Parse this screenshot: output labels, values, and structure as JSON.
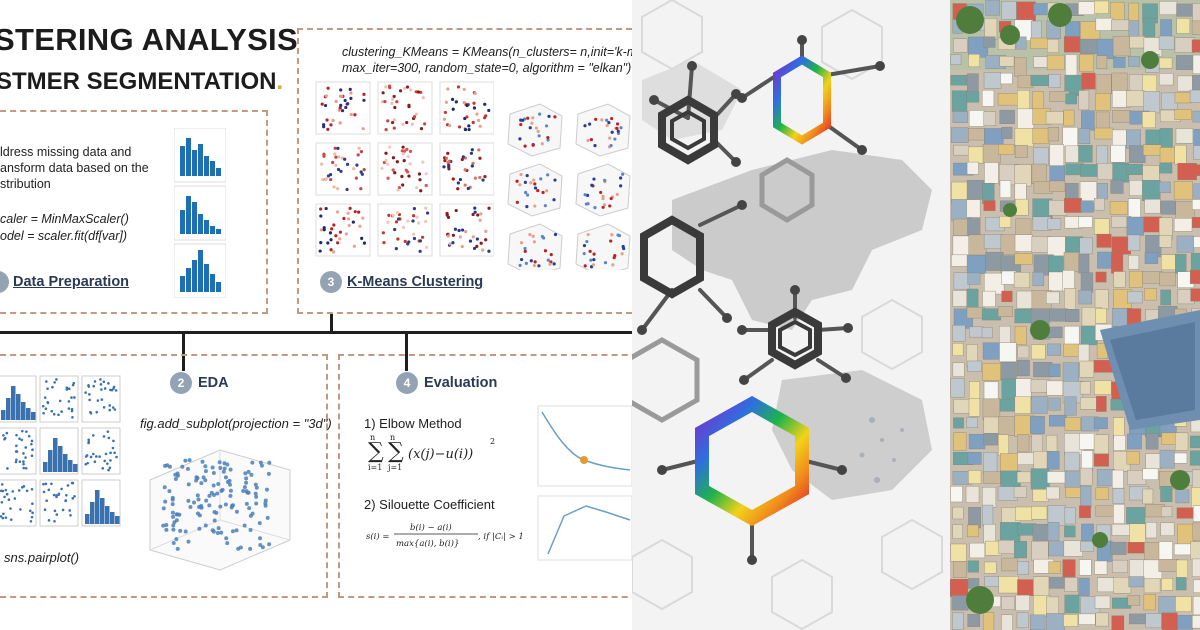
{
  "infographic": {
    "title_line1": "STERING ANALYSIS",
    "title_line2": "STMER SEGMENTATION",
    "title_dot": ".",
    "prep": {
      "text1": "ldress missing data and",
      "text2": "ansform data based on the",
      "text3": "stribution",
      "code1": "caler = MinMaxScaler()",
      "code2": "odel = scaler.fit(df[var])",
      "label": "Data Preparation"
    },
    "kmeans": {
      "code1": "clustering_KMeans = KMeans(n_clusters= n,init='k-me",
      "code2": "max_iter=300, random_state=0, algorithm = \"elkan\")",
      "number": "3",
      "label": "K-Means Clustering"
    },
    "eda": {
      "number": "2",
      "label": "EDA",
      "code": "fig.add_subplot(projection = \"3d\")",
      "pairplot": "sns.pairplot()"
    },
    "evaluation": {
      "number": "4",
      "label": "Evaluation",
      "method1": "1) Elbow Method",
      "method2": "2) Silouette Coefficient"
    }
  },
  "colors": {
    "accent_dot": "#e8a23c",
    "box_border": "#c29a82",
    "bar_blue": "#1f6fb4",
    "badge": "#94a3b4"
  }
}
